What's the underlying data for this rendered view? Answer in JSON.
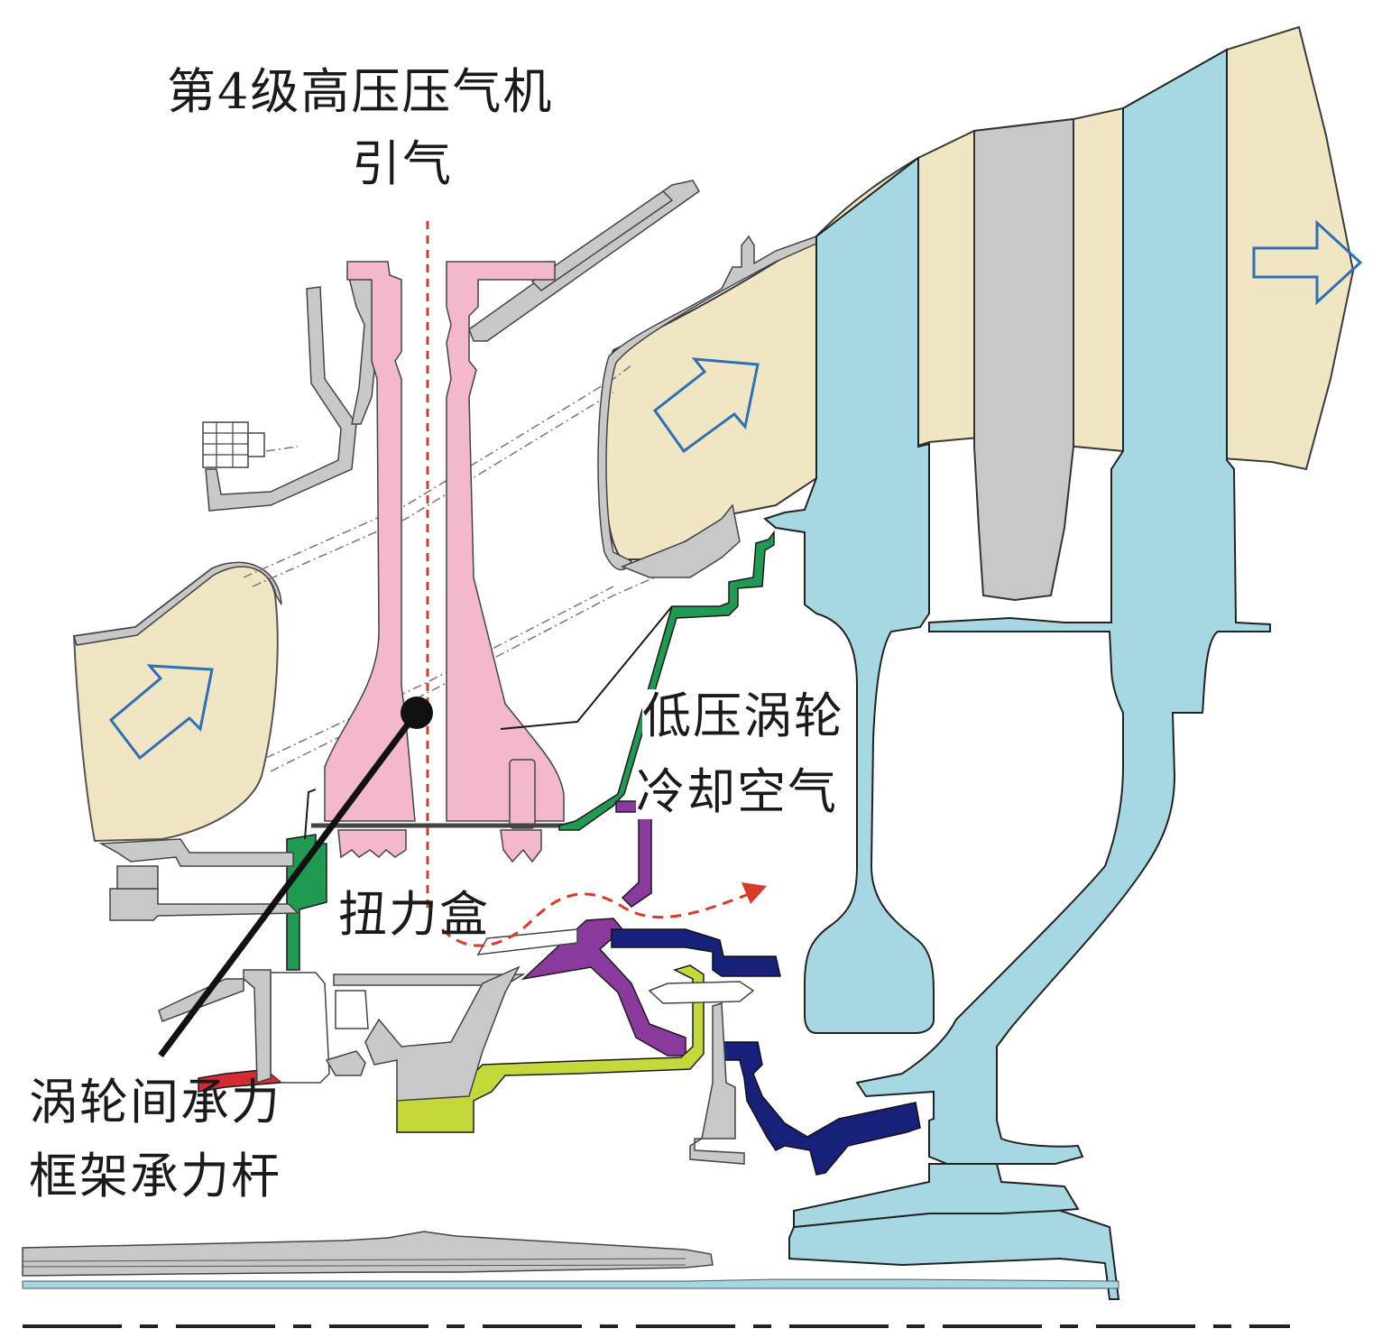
{
  "labels": {
    "bleed_line1": "第4级高压压气机",
    "bleed_line2": "引气",
    "lpt_line1": "低压涡轮",
    "lpt_line2": "冷却空气",
    "torque_box": "扭力盒",
    "strut_line1": "涡轮间承力",
    "strut_line2": "框架承力杆"
  },
  "colors": {
    "flowpath": "#f1e6c4",
    "turbine": "#a6d8e3",
    "casing": "#c8c8c8",
    "pink": "#f4b8cc",
    "green": "#1e9a52",
    "purple": "#8a3a9c",
    "lime": "#c4d83a",
    "navy": "#17217a",
    "red": "#d42a34",
    "arrow": "#2e6fb7",
    "redline": "#d93a26"
  },
  "icons": [
    "flow-arrow-icon",
    "flow-arrow-icon",
    "flow-arrow-icon",
    "cooling-flow-arrow-icon"
  ]
}
